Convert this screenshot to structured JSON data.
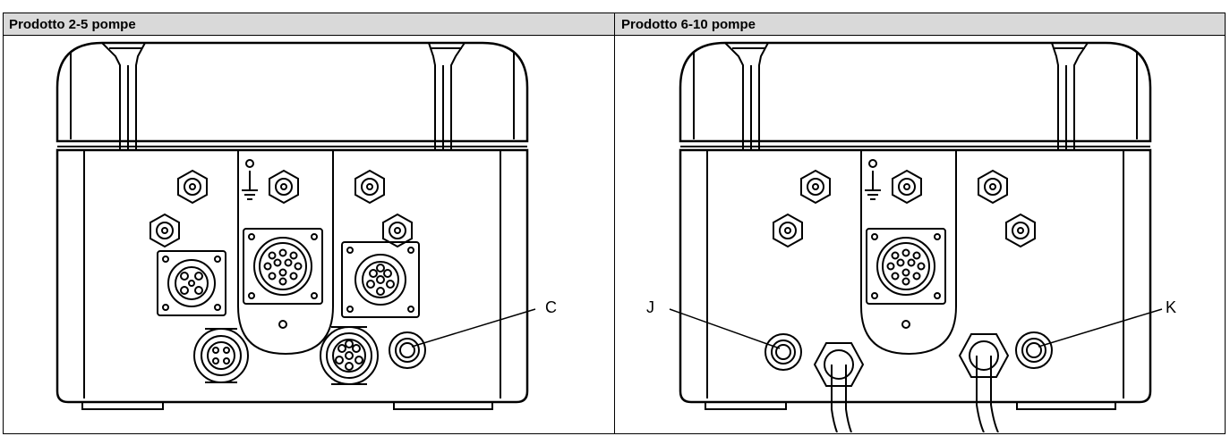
{
  "table": {
    "columns": [
      {
        "title": "Prodotto 2-5 pompe"
      },
      {
        "title": "Prodotto 6-10 pompe"
      }
    ]
  },
  "callouts": {
    "left": [
      "C"
    ],
    "right": [
      "J",
      "K"
    ]
  }
}
